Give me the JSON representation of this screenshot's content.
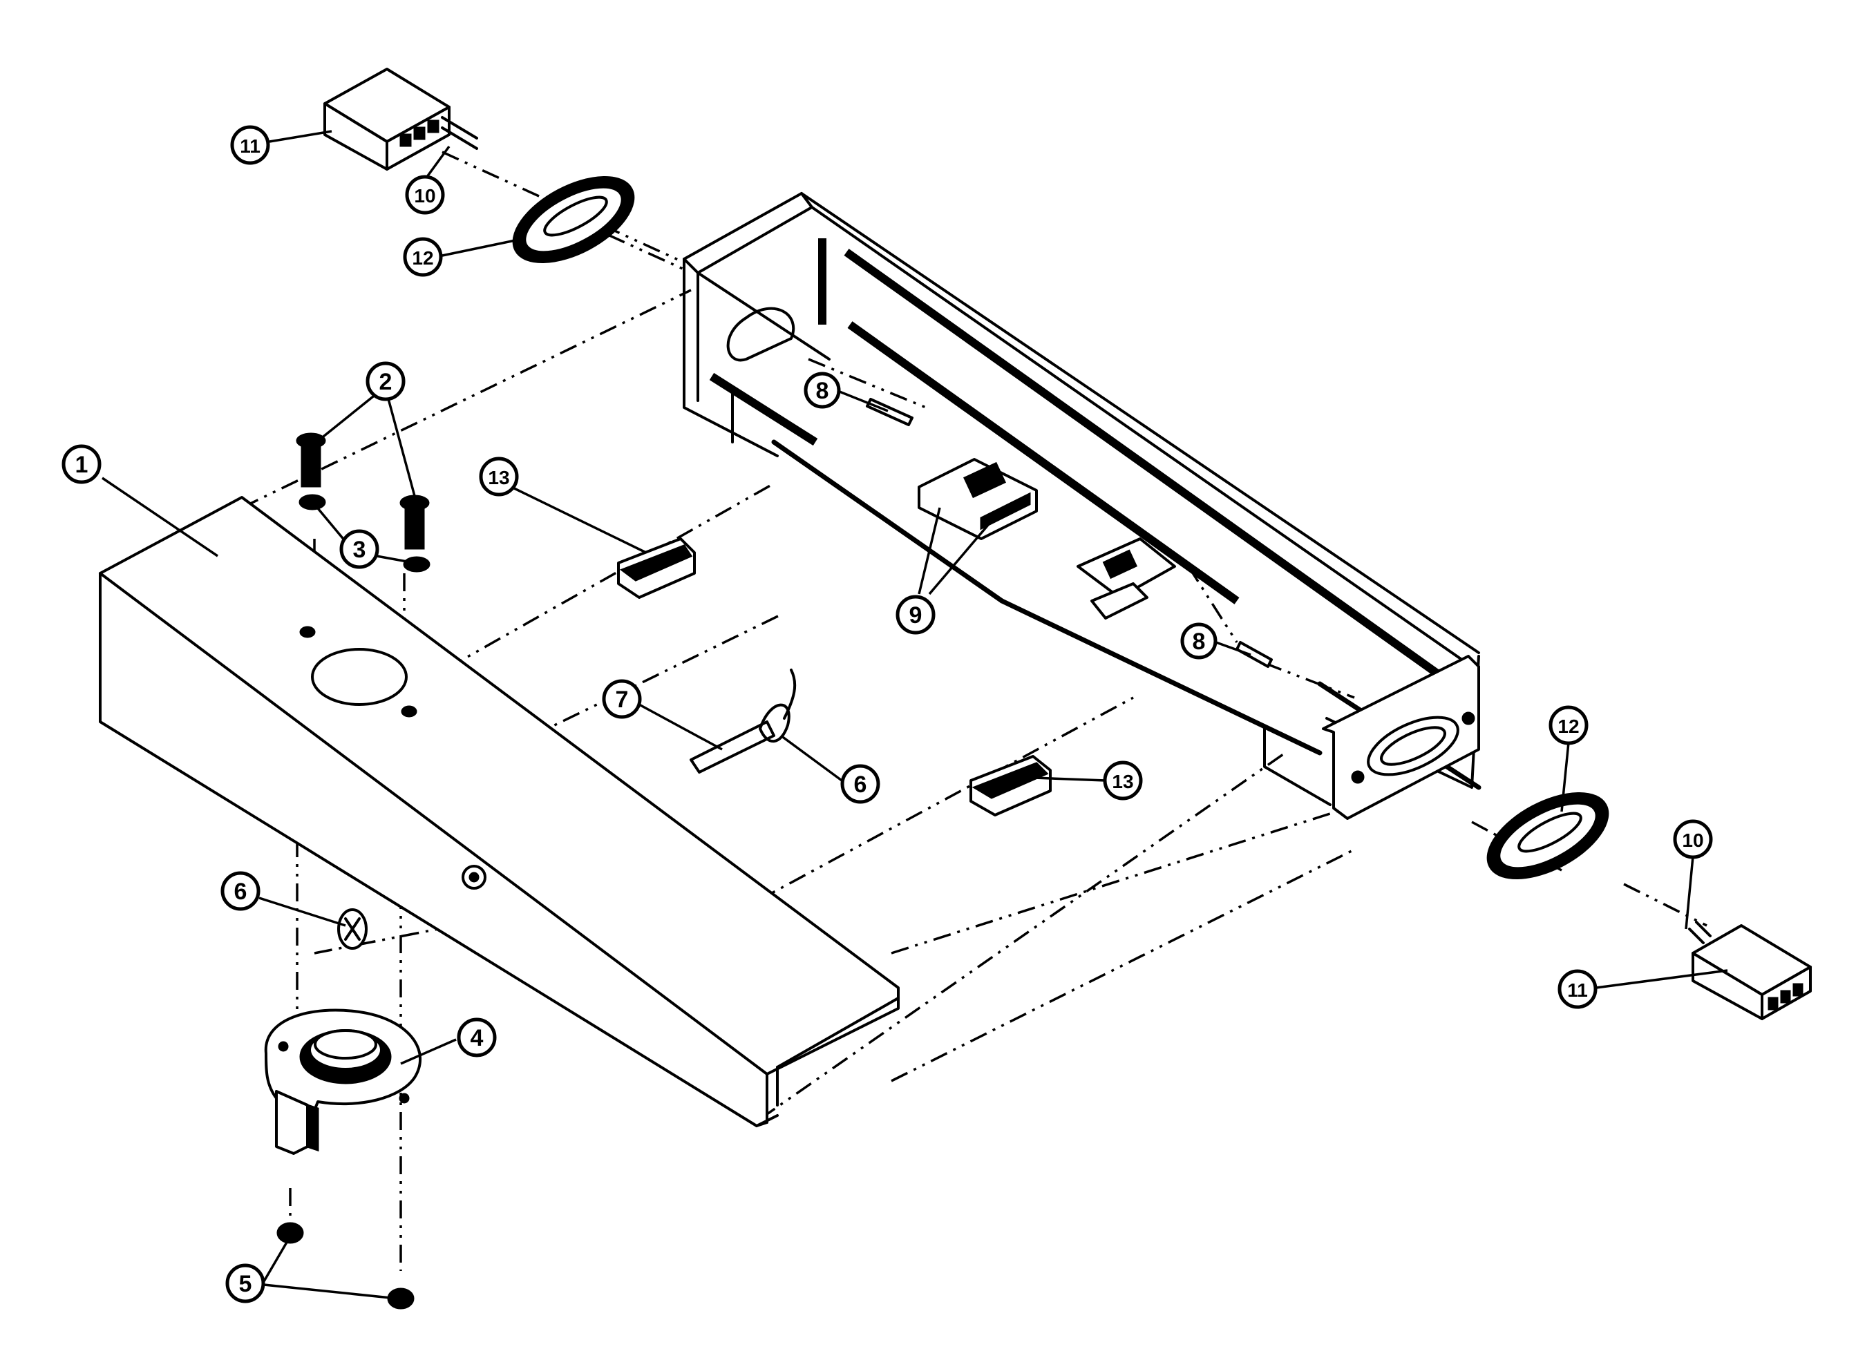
{
  "diagram": {
    "callouts": [
      {
        "id": "callout-1",
        "label": "1"
      },
      {
        "id": "callout-2",
        "label": "2"
      },
      {
        "id": "callout-3",
        "label": "3"
      },
      {
        "id": "callout-4",
        "label": "4"
      },
      {
        "id": "callout-5",
        "label": "5"
      },
      {
        "id": "callout-6a",
        "label": "6"
      },
      {
        "id": "callout-6b",
        "label": "6"
      },
      {
        "id": "callout-7",
        "label": "7"
      },
      {
        "id": "callout-8a",
        "label": "8"
      },
      {
        "id": "callout-8b",
        "label": "8"
      },
      {
        "id": "callout-9",
        "label": "9"
      },
      {
        "id": "callout-10a",
        "label": "10"
      },
      {
        "id": "callout-10b",
        "label": "10"
      },
      {
        "id": "callout-11a",
        "label": "11"
      },
      {
        "id": "callout-11b",
        "label": "11"
      },
      {
        "id": "callout-12a",
        "label": "12"
      },
      {
        "id": "callout-12b",
        "label": "12"
      },
      {
        "id": "callout-13a",
        "label": "13"
      },
      {
        "id": "callout-13b",
        "label": "13"
      }
    ]
  }
}
